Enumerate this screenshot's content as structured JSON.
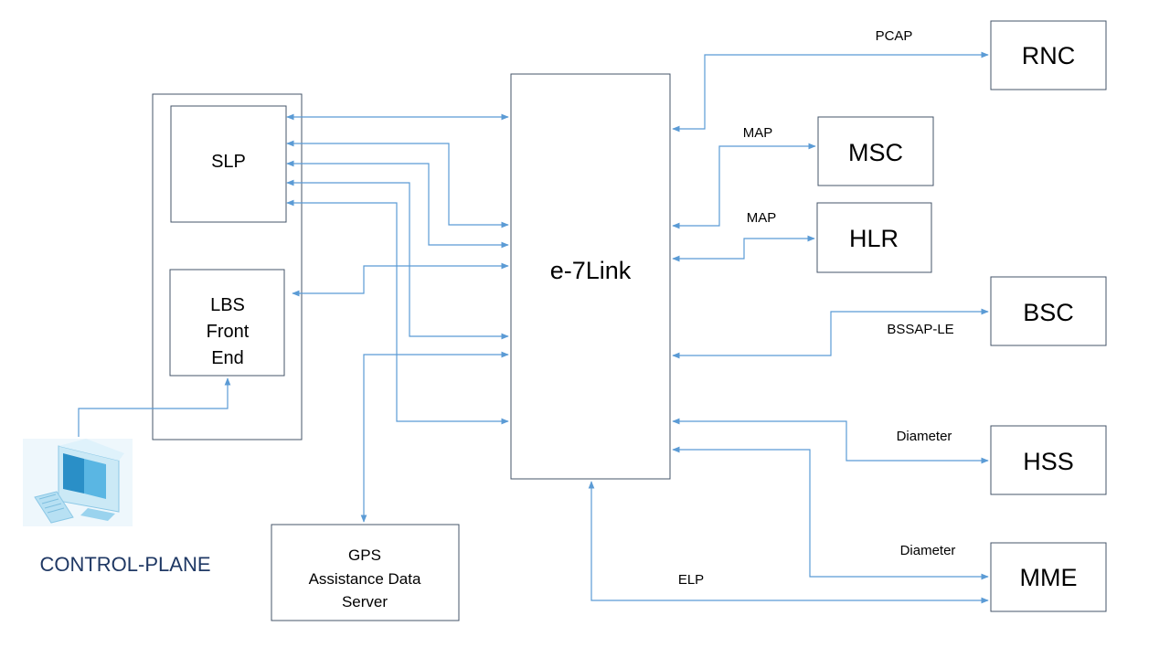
{
  "center": {
    "label": "e-7Link"
  },
  "left_group": {
    "slp": {
      "label": "SLP"
    },
    "lbs": {
      "line1": "LBS",
      "line2": "Front",
      "line3": "End"
    }
  },
  "gps_server": {
    "line1": "GPS",
    "line2": "Assistance Data",
    "line3": "Server"
  },
  "control_plane": {
    "label": "CONTROL-PLANE",
    "icon": "computer-icon"
  },
  "nodes": {
    "rnc": "RNC",
    "msc": "MSC",
    "hlr": "HLR",
    "bsc": "BSC",
    "hss": "HSS",
    "mme": "MME"
  },
  "protocols": {
    "pcap": "PCAP",
    "map_msc": "MAP",
    "map_hlr": "MAP",
    "bssap": "BSSAP-LE",
    "diameter_hss": "Diameter",
    "diameter_mme": "Diameter",
    "elp": "ELP"
  },
  "colors": {
    "connector": "#5b9bd5",
    "box_border": "#44546a",
    "caption": "#1f3864"
  }
}
